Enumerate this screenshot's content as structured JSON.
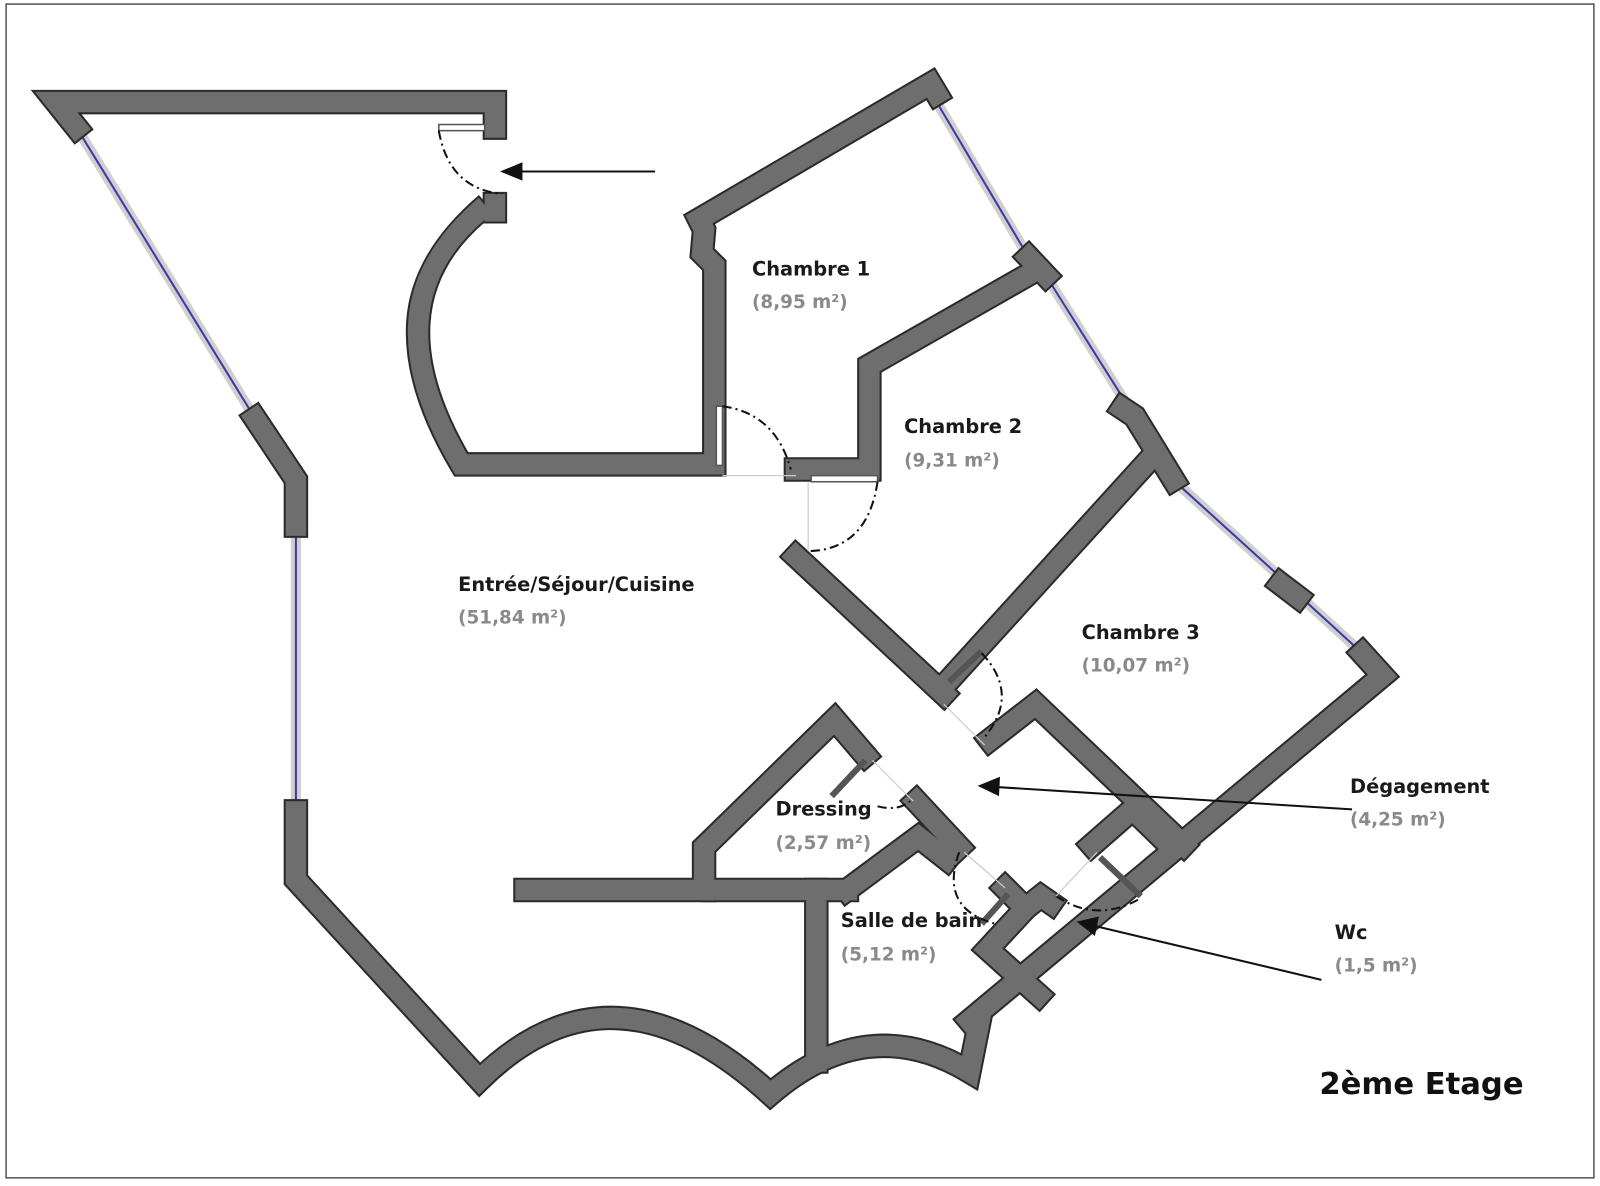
{
  "plan": {
    "floor_title": "2ème Etage",
    "rooms": [
      {
        "name": "Chambre 1",
        "area": "(8,95 m²)"
      },
      {
        "name": "Chambre 2",
        "area": "(9,31 m²)"
      },
      {
        "name": "Entrée/Séjour/Cuisine",
        "area": "(51,84 m²)"
      },
      {
        "name": "Chambre 3",
        "area": "(10,07 m²)"
      },
      {
        "name": "Dégagement",
        "area": "(4,25 m²)"
      },
      {
        "name": "Dressing",
        "area": "(2,57 m²)"
      },
      {
        "name": "Salle de bain",
        "area": "(5,12 m²)"
      },
      {
        "name": "Wc",
        "area": "(1,5 m²)"
      }
    ],
    "colors": {
      "wall": "#6e6e6e",
      "window": "#3a3aa8",
      "frame": "#2b2b2b"
    }
  }
}
